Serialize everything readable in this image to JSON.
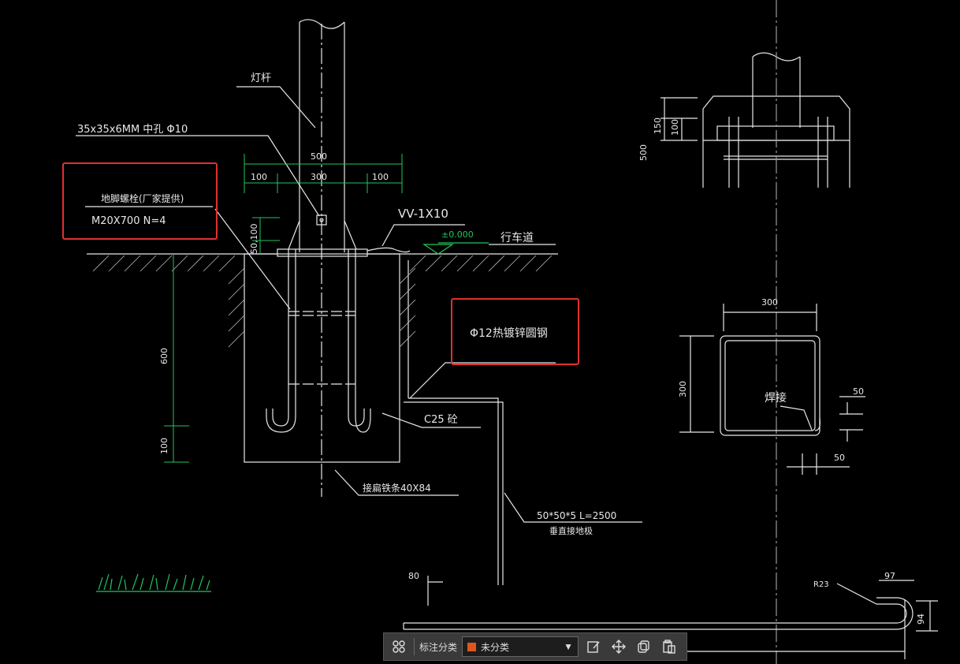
{
  "colors": {
    "background": "#000000",
    "lines": "#e8e8e8",
    "dim": "#22c55e",
    "highlight": "#e03030",
    "category": "#e0571d"
  },
  "labels": {
    "pole": "灯杆",
    "flange": "35x35x6MM  中孔  Φ10",
    "anchor_title": "地脚螺栓(厂家提供)",
    "anchor_spec": "M20X700  N=4",
    "cable": "VV-1X10",
    "level": "±0.000",
    "road": "行车道",
    "steel": "Φ12热镀锌圆钢",
    "concrete": "C25   砼",
    "earth_strip": "接扁铁条40X84",
    "angle": "50*50*5  L=2500",
    "ground_plate": "垂直接地极",
    "weld": "焊接",
    "radius": "R23"
  },
  "dims": {
    "d500": "500",
    "d100a": "100",
    "d300": "300",
    "d100b": "100",
    "d50100": "50,100",
    "d600": "600",
    "d100c": "100",
    "r150": "150",
    "r100": "100",
    "r500": "500",
    "s300top": "300",
    "s300side": "300",
    "s50a": "50",
    "s50b": "50",
    "b80": "80",
    "b97": "97",
    "b94": "94"
  },
  "toolbar": {
    "grid_icon": "grid-icon",
    "label": "标注分类",
    "selected": "未分类",
    "edit_icon": "edit-icon",
    "move_icon": "move-icon",
    "copy_icon": "copy-icon",
    "paste_icon": "paste-icon"
  }
}
